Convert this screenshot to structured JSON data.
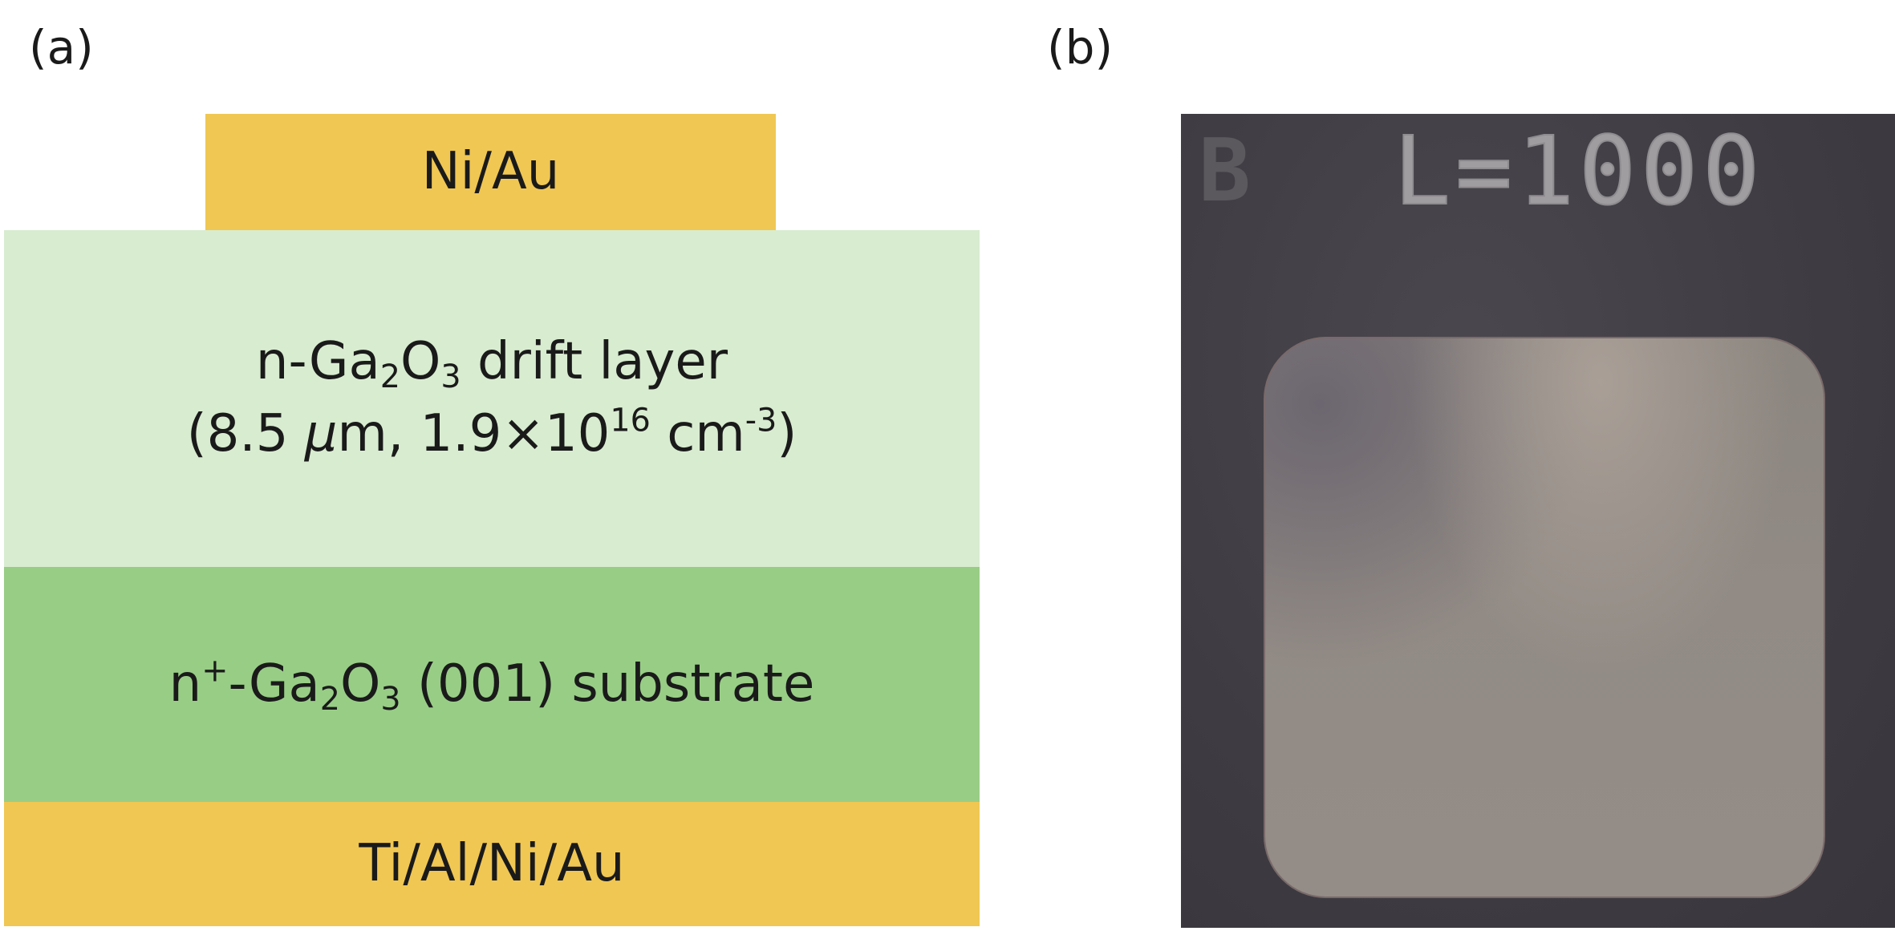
{
  "panels": {
    "a": {
      "label": "(a)",
      "layers": {
        "top_contact": {
          "text": "Ni/Au",
          "color": "#f0c753"
        },
        "drift": {
          "line1_prefix": "n-Ga",
          "line1_sub1": "2",
          "line1_mid": "O",
          "line1_sub2": "3",
          "line1_suffix": " drift layer",
          "line2_open": "(8.5 ",
          "line2_mu": "μ",
          "line2_mid": "m, 1.9×10",
          "line2_sup1": "16",
          "line2_cm": " cm",
          "line2_sup2": "-3",
          "line2_close": ")",
          "color": "#d8ecd0"
        },
        "substrate": {
          "prefix": "n",
          "sup": "+",
          "mid1": "-Ga",
          "sub1": "2",
          "mid2": "O",
          "sub2": "3",
          "suffix": " (001) substrate",
          "color": "#98cd86"
        },
        "bottom_contact": {
          "text": "Ti/Al/Ni/Au",
          "color": "#f0c753"
        }
      }
    },
    "b": {
      "label": "(b)",
      "micrograph": {
        "chip_letter": "B",
        "chip_id": "L=1000"
      }
    }
  }
}
